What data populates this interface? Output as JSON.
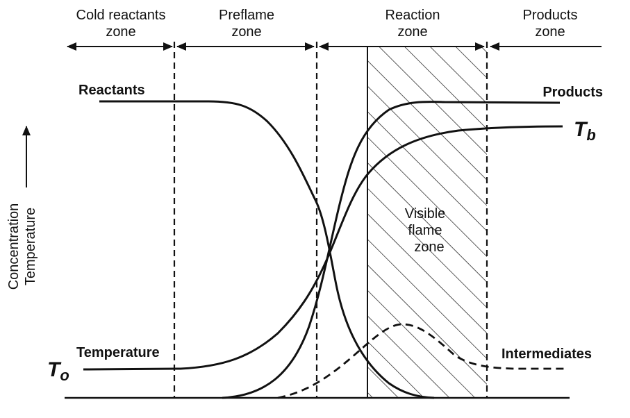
{
  "zones": [
    {
      "line1": "Cold reactants",
      "line2": "zone"
    },
    {
      "line1": "Preflame",
      "line2": "zone"
    },
    {
      "line1": "Reaction",
      "line2": "zone"
    },
    {
      "line1": "Products",
      "line2": "zone"
    }
  ],
  "curves": {
    "reactants": "Reactants",
    "products": "Products",
    "temperature": "Temperature",
    "intermediates": "Intermediates"
  },
  "temps": {
    "t_final_symbol": "T",
    "t_final_sub": "b",
    "t_initial_symbol": "T",
    "t_initial_sub": "o"
  },
  "axis": {
    "line1": "Concentration",
    "line2": "Temperature"
  },
  "flame_zone": {
    "line1": "Visible",
    "line2": "flame",
    "line3": "zone"
  }
}
